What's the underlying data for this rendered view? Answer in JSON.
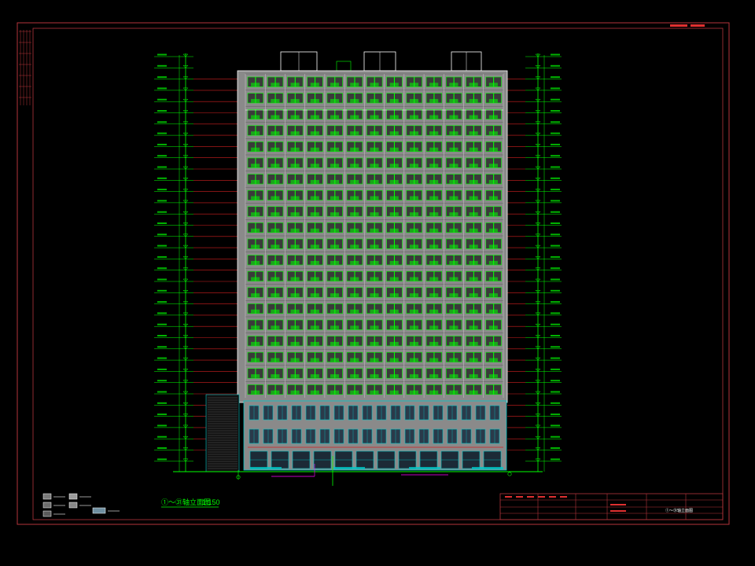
{
  "colors": {
    "background": "#000000",
    "frame": "#b5353b",
    "green": "#00ff00",
    "cyan": "#00c8c8",
    "white": "#ffffff",
    "facade_gray": "#8a8a8a",
    "magenta": "#ff00ff",
    "level_line": "#d02020",
    "title_red": "#e03030"
  },
  "drawing": {
    "view_title": "①～㉛轴立面图",
    "view_scale": "1:150",
    "title_block_tag": "①～㉛轴立面图"
  },
  "legend": {
    "items": [
      {
        "swatch": "#7a7a7a",
        "icon": "finish-swatch-1"
      },
      {
        "swatch": "#6e6e6e",
        "icon": "finish-swatch-2"
      },
      {
        "swatch": "#5a5a5a",
        "icon": "finish-swatch-3"
      },
      {
        "swatch": "#9a9a9a",
        "icon": "finish-swatch-4"
      },
      {
        "swatch": "#888888",
        "icon": "finish-swatch-5"
      },
      {
        "swatch": "#6f8fa0",
        "icon": "finish-swatch-6"
      }
    ]
  },
  "facade": {
    "tower_floors": 20,
    "tower_columns": 13,
    "podium_floors": 3
  }
}
